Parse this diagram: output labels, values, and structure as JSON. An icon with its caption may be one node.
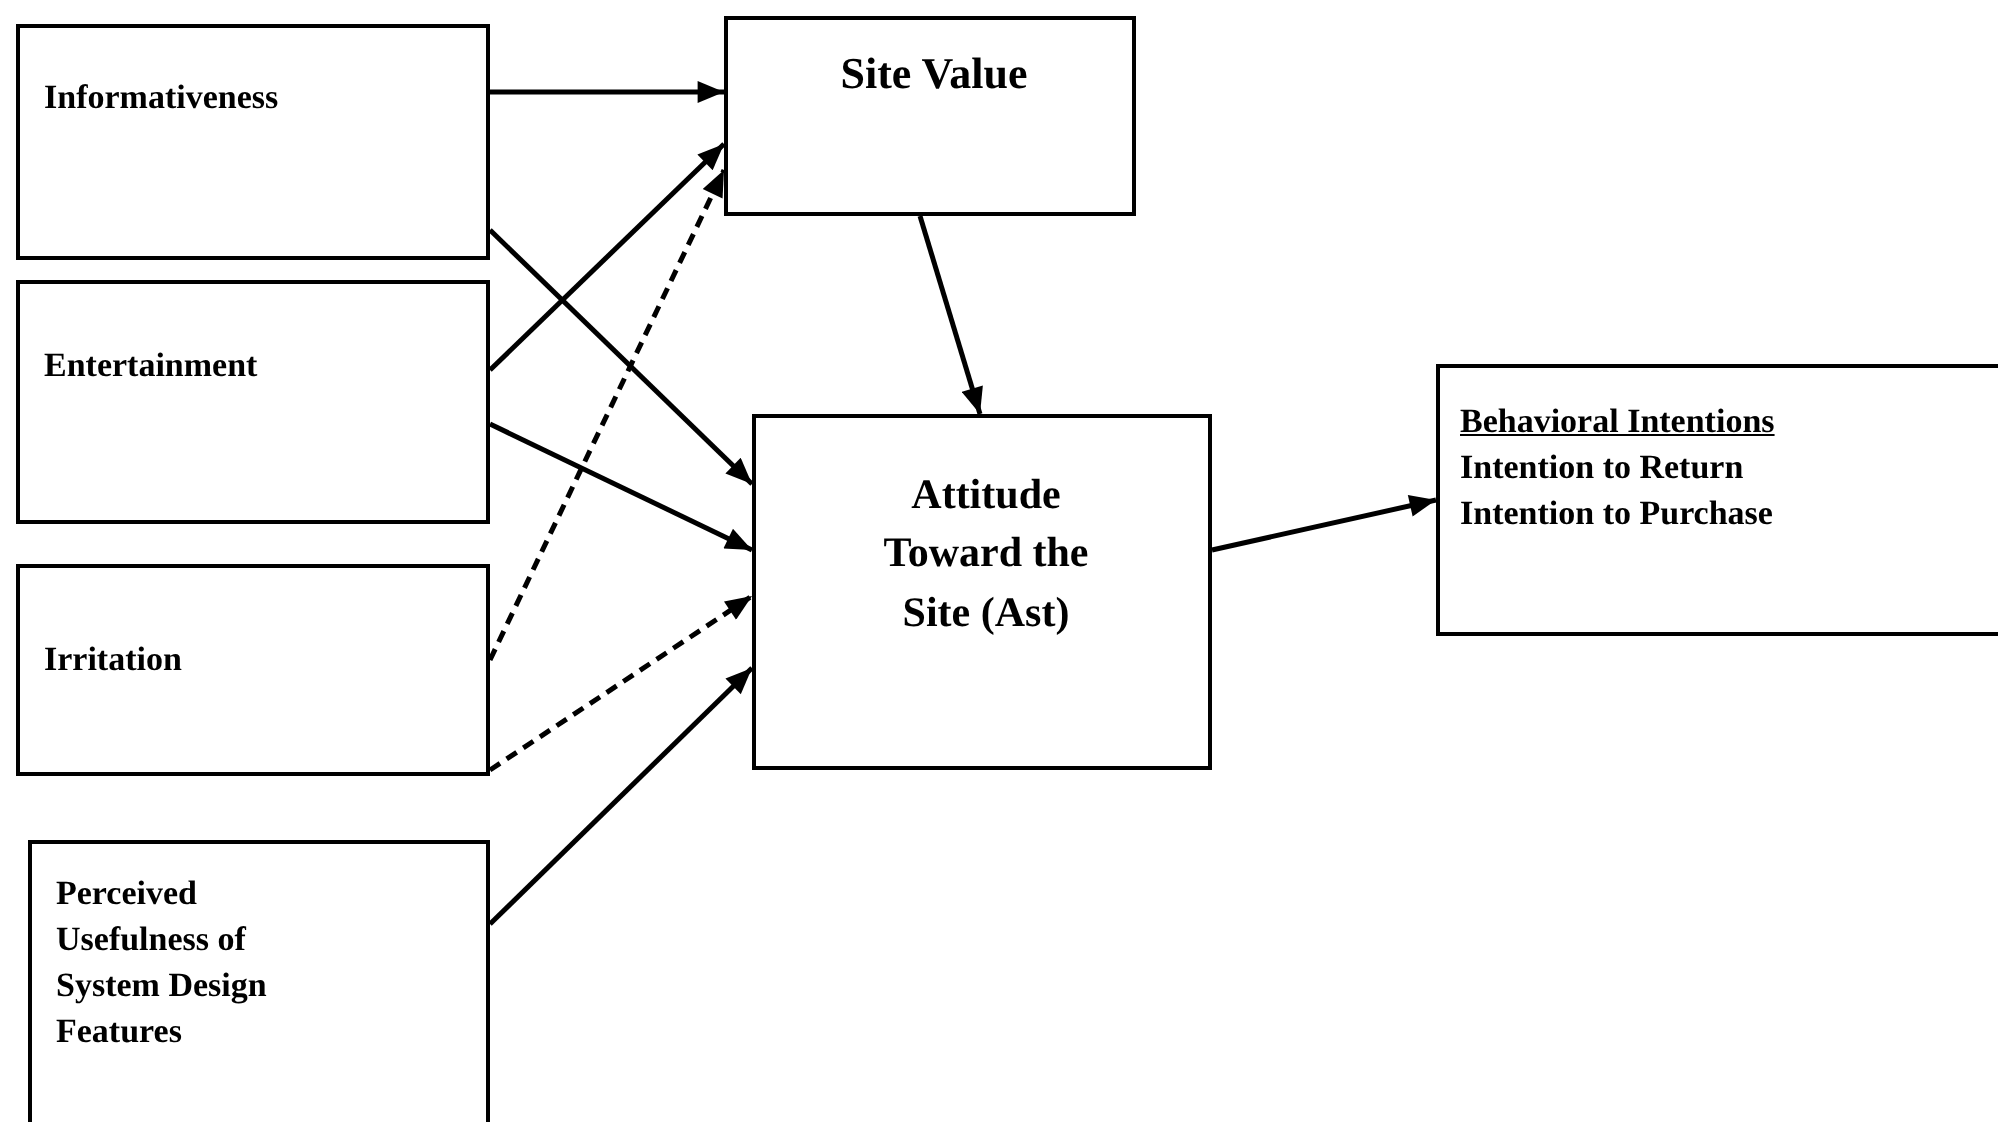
{
  "diagram": {
    "nodes": [
      {
        "text": [
          "Informativeness"
        ]
      },
      {
        "text": [
          "Entertainment"
        ]
      },
      {
        "text": [
          "Irritation"
        ]
      },
      {
        "text": [
          "Perceived Usefulness of System Design Features"
        ]
      },
      {
        "text": [
          "Site Value"
        ]
      },
      {
        "text": [
          "Attitude Toward the Site (Ast)"
        ]
      },
      {
        "text": [
          "Behavioral Intentions",
          "Intention to Return Intention to Purchase"
        ]
      }
    ],
    "edges": [
      {
        "from": 0,
        "to": 4,
        "arrow": "to"
      },
      {
        "from": 0,
        "to": 5,
        "arrow": "to"
      },
      {
        "from": 1,
        "to": 4,
        "arrow": "to"
      },
      {
        "from": 1,
        "to": 5,
        "arrow": "to"
      },
      {
        "from": 2,
        "to": 4,
        "arrow": "to",
        "style": "dashed"
      },
      {
        "from": 2,
        "to": 5,
        "arrow": "to",
        "style": "dashed"
      },
      {
        "from": 3,
        "to": 5,
        "arrow": "to"
      },
      {
        "from": 4,
        "to": 5,
        "arrow": "to"
      },
      {
        "from": 5,
        "to": 6,
        "arrow": "to"
      }
    ]
  }
}
